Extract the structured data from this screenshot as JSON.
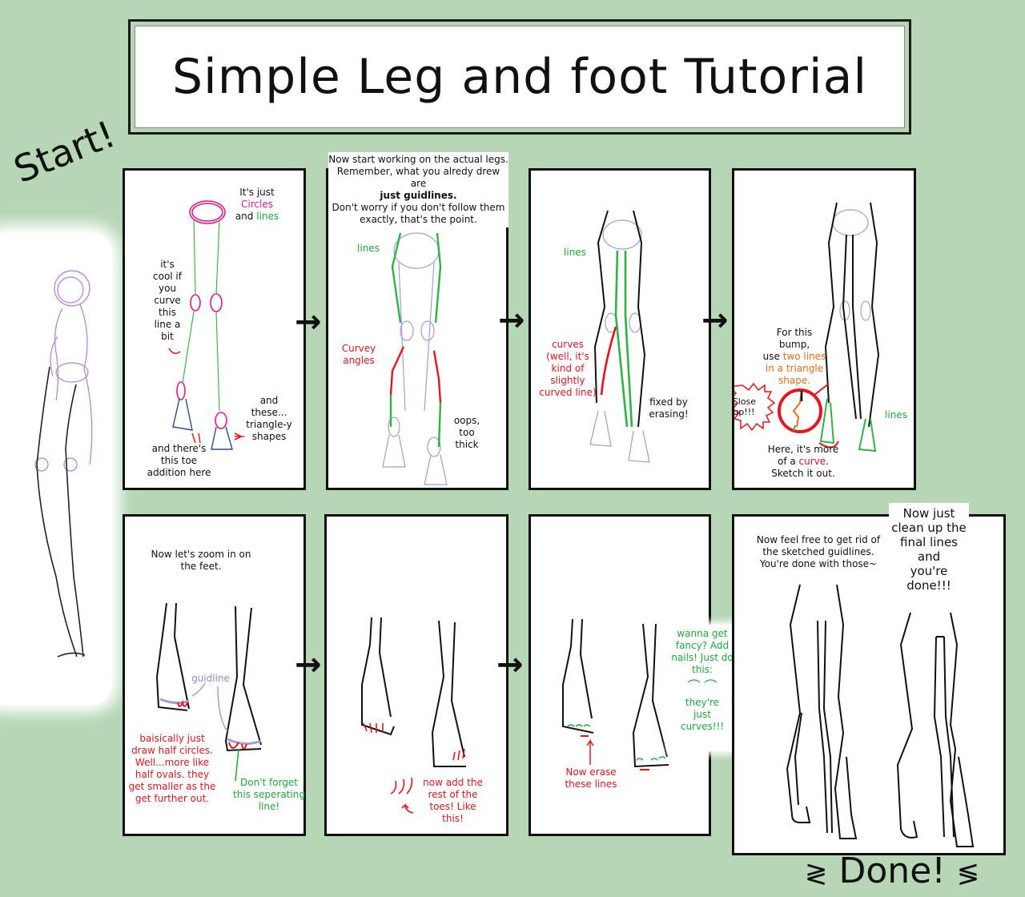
{
  "title": "Simple Leg and foot Tutorial",
  "start_label": "Start!",
  "done_label": "Done!",
  "colors": {
    "background": "#b6d6b6",
    "panel": "#ffffff",
    "red": "#e8141e",
    "green": "#1fa83a",
    "pink": "#e6178a",
    "orange": "#f06a1c",
    "purple": "#9a86c8"
  },
  "panels": [
    {
      "id": 1,
      "notes": {
        "intro_1": "It's just",
        "intro_circles": "Circles",
        "intro_and": "and",
        "intro_lines": "lines",
        "curve_note": [
          "it's",
          "cool if",
          "you",
          "curve",
          "this",
          "line a",
          "bit"
        ],
        "triangle_note": [
          "and",
          "these...",
          "triangle-y",
          "shapes"
        ],
        "toe_note": [
          "and there's",
          "this toe",
          "addition here"
        ]
      }
    },
    {
      "id": 2,
      "header": [
        "Now start working on the actual legs.",
        "Remember, what you alredy drew are",
        "just guidlines.",
        "Don't worry if you don't follow them",
        "exactly, that's the point."
      ],
      "header_bold_word": "guidlines",
      "notes": {
        "lines": "lines",
        "curvey": [
          "Curvey",
          "angles"
        ],
        "oops": [
          "oops,",
          "too",
          "thick"
        ]
      }
    },
    {
      "id": 3,
      "notes": {
        "lines": "lines",
        "curves": [
          "curves",
          "(well, it's",
          "kind of",
          "slightly",
          "curved line)"
        ],
        "fixed": [
          "fixed by",
          "erasing!"
        ]
      }
    },
    {
      "id": 4,
      "notes": {
        "bump": [
          "For this",
          "bump,"
        ],
        "use": "use",
        "two_lines": "two lines",
        "triangle": [
          "in a triangle",
          "shape."
        ],
        "close_up": [
          "Close",
          "up!!!"
        ],
        "lines": "lines",
        "here": "Here, it's more",
        "of_a": "of a",
        "curve": "curve",
        "sketch": "Sketch it out."
      }
    },
    {
      "id": 5,
      "notes": {
        "zoom": [
          "Now let's zoom in on",
          "the feet."
        ],
        "guidline": "guidline",
        "half_circles": [
          "baisically just",
          "draw half circles.",
          "Well...more like",
          "half ovals. they",
          "get smaller as the",
          "get further out."
        ],
        "separating": [
          "Don't forget",
          "this seperating",
          "line!"
        ]
      }
    },
    {
      "id": 6,
      "notes": {
        "rest_toes": [
          "now add the",
          "rest of the",
          "toes! Like",
          "this!"
        ]
      }
    },
    {
      "id": 7,
      "notes": {
        "erase": [
          "Now erase",
          "these lines"
        ],
        "fancy": [
          "wanna get",
          "fancy? Add",
          "nails! Just do",
          "this:"
        ],
        "curves": [
          "they're",
          "just",
          "curves!!!"
        ]
      }
    },
    {
      "id": 8,
      "notes": {
        "free": [
          "Now feel free to get rid of",
          "the sketched guidlines.",
          "You're done with those~"
        ],
        "clean": [
          "Now just",
          "clean up the",
          "final lines and",
          "you're done!!!"
        ]
      }
    }
  ],
  "icons": {
    "arrow": "right-arrow-icon"
  }
}
